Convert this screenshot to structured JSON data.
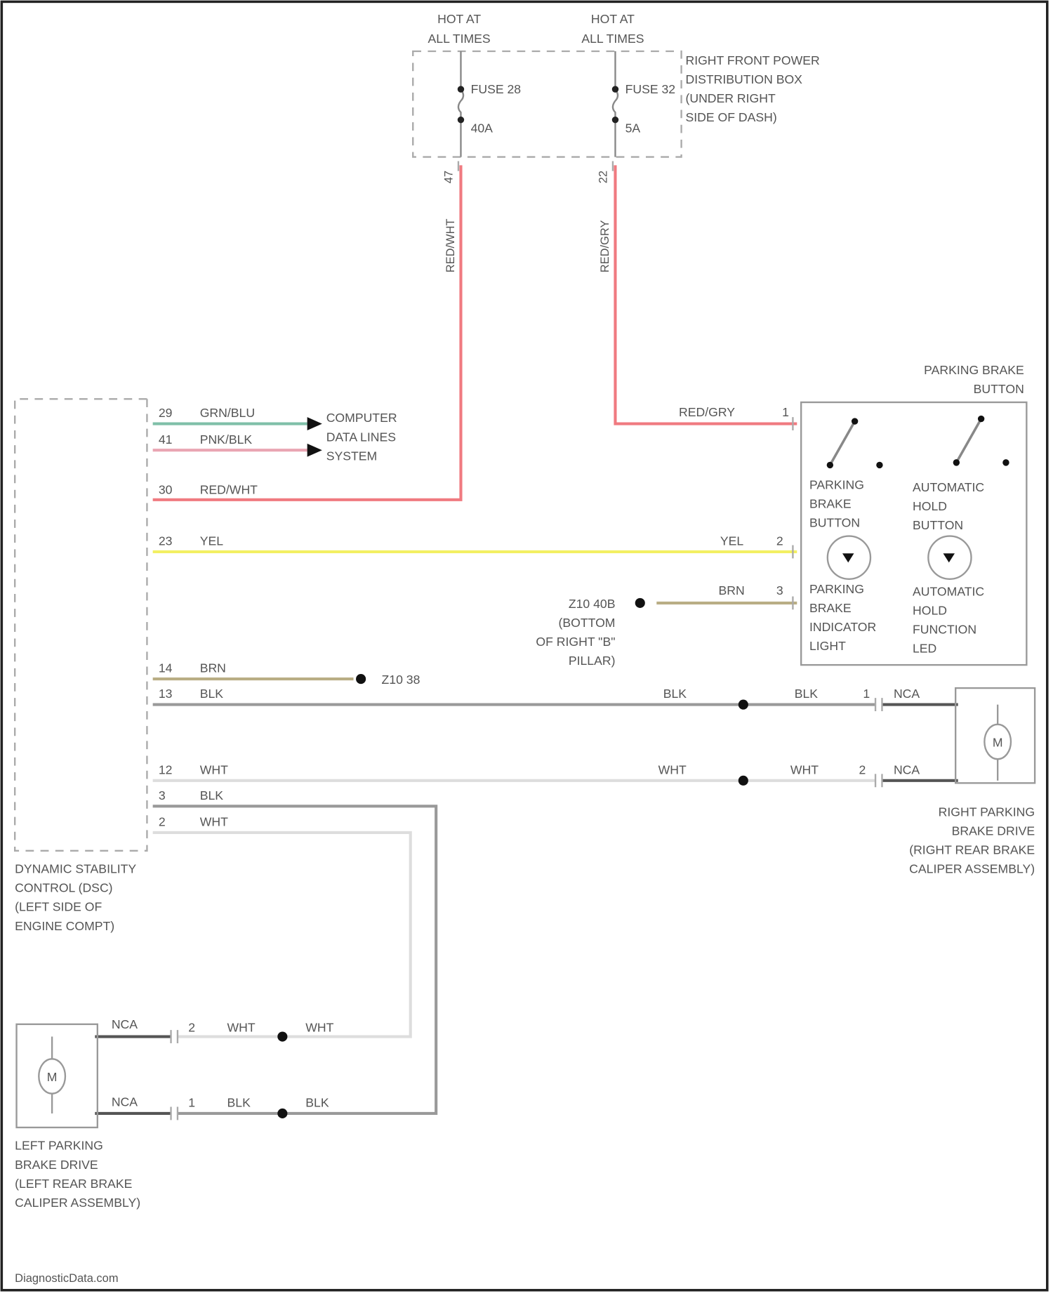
{
  "fuses": {
    "hot1": [
      "HOT AT",
      "ALL TIMES"
    ],
    "hot2": [
      "HOT AT",
      "ALL TIMES"
    ],
    "fuse1": {
      "name": "FUSE 28",
      "rating": "40A",
      "pin": "47",
      "wire": "RED/WHT"
    },
    "fuse2": {
      "name": "FUSE 32",
      "rating": "5A",
      "pin": "22",
      "wire": "RED/GRY"
    },
    "box_label": [
      "RIGHT FRONT POWER",
      "DISTRIBUTION BOX",
      "(UNDER RIGHT",
      "SIDE OF DASH)"
    ]
  },
  "dsc": {
    "label": [
      "DYNAMIC STABILITY",
      "CONTROL (DSC)",
      "(LEFT SIDE OF",
      "ENGINE COMPT)"
    ],
    "pins": [
      {
        "pin": "29",
        "wire": "GRN/BLU"
      },
      {
        "pin": "41",
        "wire": "PNK/BLK"
      },
      {
        "pin": "30",
        "wire": "RED/WHT"
      },
      {
        "pin": "23",
        "wire": "YEL"
      },
      {
        "pin": "14",
        "wire": "BRN"
      },
      {
        "pin": "13",
        "wire": "BLK"
      },
      {
        "pin": "12",
        "wire": "WHT"
      },
      {
        "pin": "3",
        "wire": "BLK"
      },
      {
        "pin": "2",
        "wire": "WHT"
      }
    ]
  },
  "data_lines": [
    "COMPUTER",
    "DATA LINES",
    "SYSTEM"
  ],
  "ground1": "Z10 38",
  "ground2": [
    "Z10 40B",
    "(BOTTOM",
    "OF RIGHT \"B\"",
    "PILLAR)"
  ],
  "button": {
    "title": [
      "PARKING BRAKE",
      "BUTTON"
    ],
    "pins": [
      {
        "pin": "1",
        "wire": "RED/GRY"
      },
      {
        "pin": "2",
        "wire": "YEL"
      },
      {
        "pin": "3",
        "wire": "BRN"
      }
    ],
    "sw1": [
      "PARKING",
      "BRAKE",
      "BUTTON"
    ],
    "sw2": [
      "AUTOMATIC",
      "HOLD",
      "BUTTON"
    ],
    "led1": [
      "PARKING",
      "BRAKE",
      "INDICATOR",
      "LIGHT"
    ],
    "led2": [
      "AUTOMATIC",
      "HOLD",
      "FUNCTION",
      "LED"
    ]
  },
  "right_motor": {
    "label": [
      "RIGHT PARKING",
      "BRAKE DRIVE",
      "(RIGHT REAR BRAKE",
      "CALIPER ASSEMBLY)"
    ],
    "symbol": "M",
    "w1": {
      "a": "BLK",
      "b": "BLK",
      "pin": "1",
      "c": "NCA"
    },
    "w2": {
      "a": "WHT",
      "b": "WHT",
      "pin": "2",
      "c": "NCA"
    }
  },
  "left_motor": {
    "label": [
      "LEFT PARKING",
      "BRAKE DRIVE",
      "(LEFT REAR BRAKE",
      "CALIPER ASSEMBLY)"
    ],
    "symbol": "M",
    "w1": {
      "a": "WHT",
      "b": "WHT",
      "pin": "2",
      "c": "NCA"
    },
    "w2": {
      "a": "BLK",
      "b": "BLK",
      "pin": "1",
      "c": "NCA"
    }
  },
  "footer": "DiagnosticData.com",
  "colors": {
    "red": "#f07a80",
    "green": "#7fbfa8",
    "pink": "#e9a5b2",
    "yellow": "#f3f063",
    "brown": "#b9ad84",
    "black": "#888888",
    "white": "#dddddd"
  }
}
